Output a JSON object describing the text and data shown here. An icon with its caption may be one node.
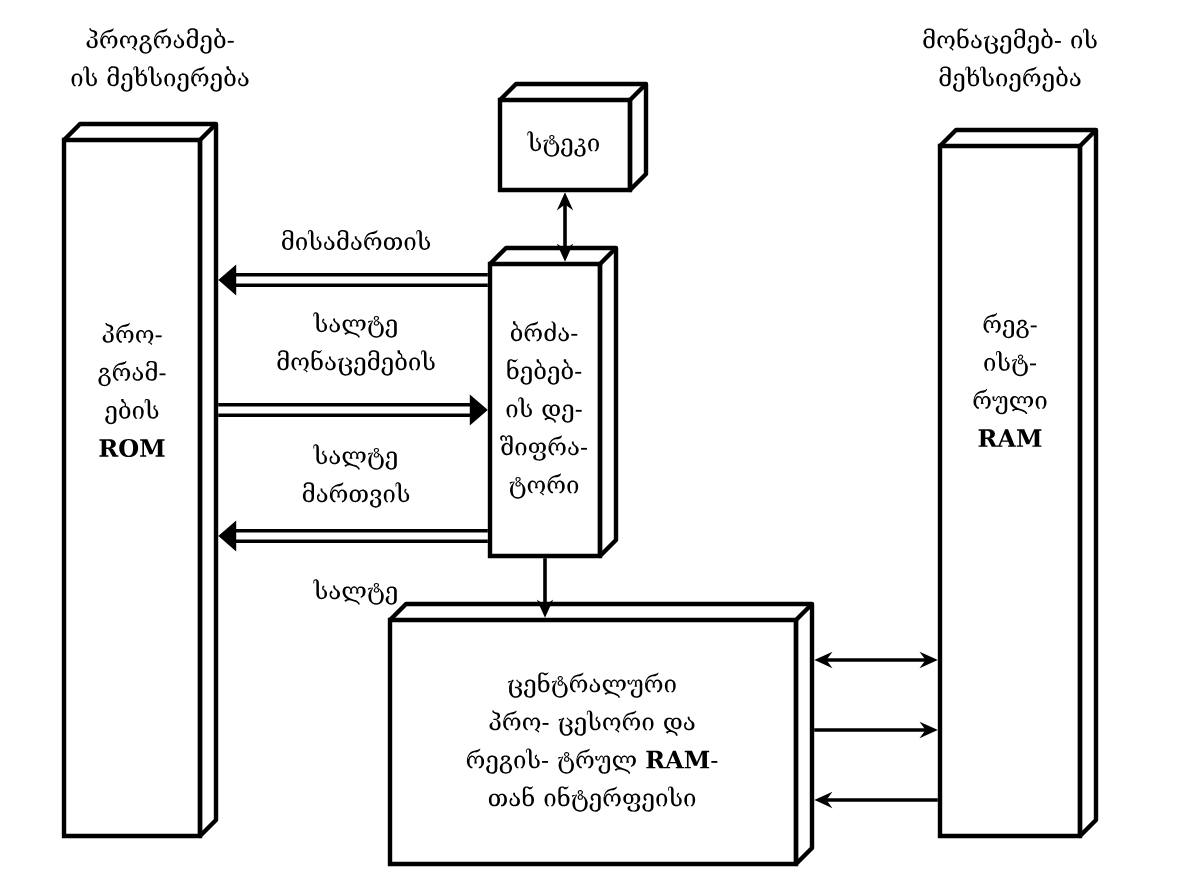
{
  "diagram": {
    "nodes": [
      {
        "text": [
          "პროგრამებ- ის მეხსიერება",
          "პრო- გრამ- ების **ROM**"
        ]
      },
      {
        "text": [
          "სტეკი"
        ]
      },
      {
        "text": [
          "ბრძა- ნებებ- ის დე- შიფრა- ტორი"
        ]
      },
      {
        "text": [
          "მონაცემებ- ის მეხსიერება",
          "რეგ- ისტ- რული **RAM**"
        ]
      },
      {
        "text": [
          "ცენტრალური პრო- ცესორი და რეგის- ტრულ **RAM**-თან ინტერფეისი"
        ]
      }
    ],
    "edges": [
      {
        "from": 1,
        "to": 2,
        "arrow": "both"
      },
      {
        "from": 2,
        "to": 0,
        "arrow": "to",
        "style": "thick"
      },
      {
        "from": 0,
        "to": 2,
        "arrow": "to",
        "style": "thick"
      },
      {
        "from": 2,
        "to": 0,
        "arrow": "to",
        "style": "thick"
      },
      {
        "from": 2,
        "to": 4,
        "arrow": "to"
      },
      {
        "from": 4,
        "to": 3,
        "arrow": "both"
      },
      {
        "from": 4,
        "to": 3,
        "arrow": "to"
      },
      {
        "from": 3,
        "to": 4,
        "arrow": "to"
      }
    ],
    "labels": [
      "მისამართის",
      "სალტე მონაცემების",
      "სალტე მართვის",
      "სალტე"
    ]
  }
}
